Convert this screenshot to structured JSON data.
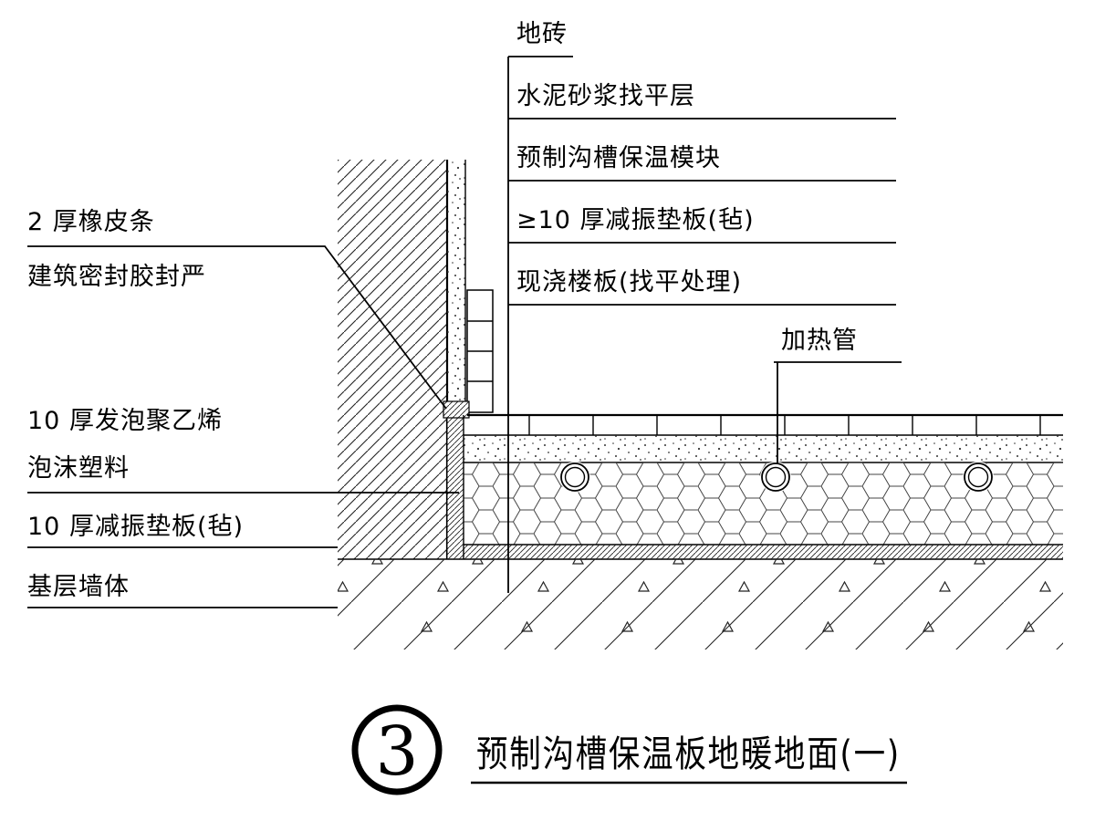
{
  "annotations": {
    "right": [
      {
        "text": "地砖"
      },
      {
        "text": "水泥砂浆找平层"
      },
      {
        "text": "预制沟槽保温模块"
      },
      {
        "text": "≥10 厚减振垫板(毡)"
      },
      {
        "text": "现浇楼板(找平处理)"
      },
      {
        "text": "加热管"
      }
    ],
    "left": [
      {
        "text": "2 厚橡皮条"
      },
      {
        "text": "建筑密封胶封严"
      },
      {
        "text": "10 厚发泡聚乙烯"
      },
      {
        "text": "泡沫塑料"
      },
      {
        "text": "10 厚减振垫板(毡)"
      },
      {
        "text": "基层墙体"
      }
    ],
    "title": {
      "number": "3",
      "text": "预制沟槽保温板地暖地面(一)"
    },
    "colors": {
      "line": "#000000",
      "hatch": "#222222",
      "background": "#ffffff"
    }
  }
}
